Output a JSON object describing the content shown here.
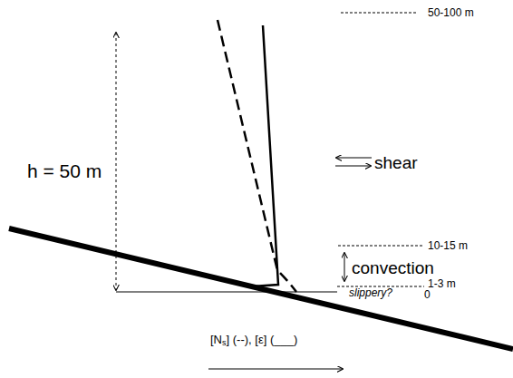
{
  "diagram": {
    "labels": [
      "50-100 m",
      "h = 50 m",
      "shear",
      "10-15 m",
      "convection",
      "1-3 m",
      "slippery?",
      "0",
      "[N",
      "s",
      "] (--), [ε] (___)"
    ]
  }
}
